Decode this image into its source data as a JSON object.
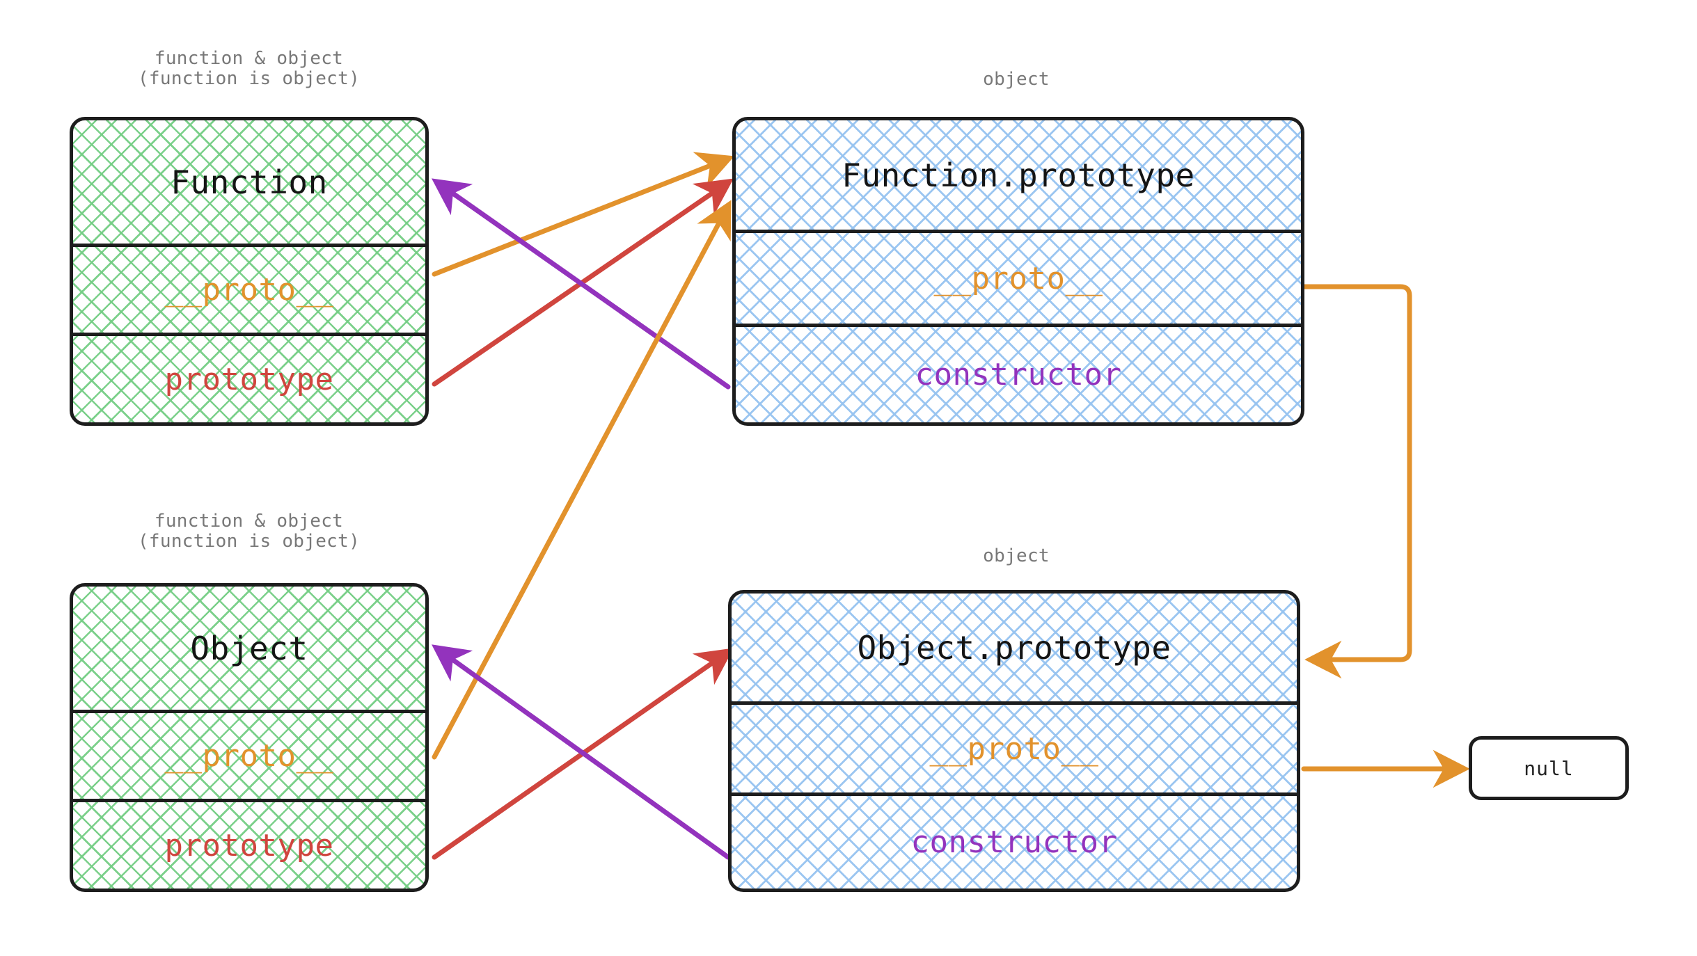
{
  "diagram": {
    "title": "JavaScript prototype chain diagram",
    "background": "#ffffff",
    "colors": {
      "proto_arrow": "#e2922c",
      "prototype_arrow": "#d0453e",
      "constructor_arrow": "#9333bd",
      "function_fill": "#74cd84",
      "object_fill": "#96c3f0",
      "border": "#1d1d1d",
      "caption_text": "#787878",
      "title_text": "#141414"
    }
  },
  "captions": {
    "function_box": "function & object\n(function is object)",
    "function_prototype_box": "object",
    "object_box": "function & object\n(function is object)",
    "object_prototype_box": "object"
  },
  "nodes": {
    "function": {
      "title": "Function",
      "rows": [
        {
          "label": "Function",
          "kind": "title"
        },
        {
          "label": "__proto__",
          "kind": "proto"
        },
        {
          "label": "prototype",
          "kind": "prototype"
        }
      ]
    },
    "function_prototype": {
      "title": "Function.prototype",
      "rows": [
        {
          "label": "Function.prototype",
          "kind": "title"
        },
        {
          "label": "__proto__",
          "kind": "proto"
        },
        {
          "label": "constructor",
          "kind": "constructor"
        }
      ]
    },
    "object": {
      "title": "Object",
      "rows": [
        {
          "label": "Object",
          "kind": "title"
        },
        {
          "label": "__proto__",
          "kind": "proto"
        },
        {
          "label": "prototype",
          "kind": "prototype"
        }
      ]
    },
    "object_prototype": {
      "title": "Object.prototype",
      "rows": [
        {
          "label": "Object.prototype",
          "kind": "title"
        },
        {
          "label": "__proto__",
          "kind": "proto"
        },
        {
          "label": "constructor",
          "kind": "constructor"
        }
      ]
    },
    "null": {
      "label": "null"
    }
  },
  "edges": [
    {
      "name": "function-proto-to-function-prototype",
      "from": "Function.__proto__",
      "to": "Function.prototype",
      "color": "#e2922c"
    },
    {
      "name": "function-prototype-field-to-function-prototype",
      "from": "Function.prototype (field)",
      "to": "Function.prototype",
      "color": "#d0453e"
    },
    {
      "name": "function-prototype-constructor-to-function",
      "from": "Function.prototype.constructor",
      "to": "Function",
      "color": "#9333bd"
    },
    {
      "name": "object-proto-to-function-prototype",
      "from": "Object.__proto__",
      "to": "Function.prototype",
      "color": "#e2922c"
    },
    {
      "name": "object-prototype-field-to-object-prototype",
      "from": "Object.prototype (field)",
      "to": "Object.prototype",
      "color": "#d0453e"
    },
    {
      "name": "object-prototype-constructor-to-object",
      "from": "Object.prototype.constructor",
      "to": "Object",
      "color": "#9333bd"
    },
    {
      "name": "function-prototype-proto-to-object-prototype",
      "from": "Function.prototype.__proto__",
      "to": "Object.prototype",
      "color": "#e2922c"
    },
    {
      "name": "object-prototype-proto-to-null",
      "from": "Object.prototype.__proto__",
      "to": "null",
      "color": "#e2922c"
    }
  ]
}
